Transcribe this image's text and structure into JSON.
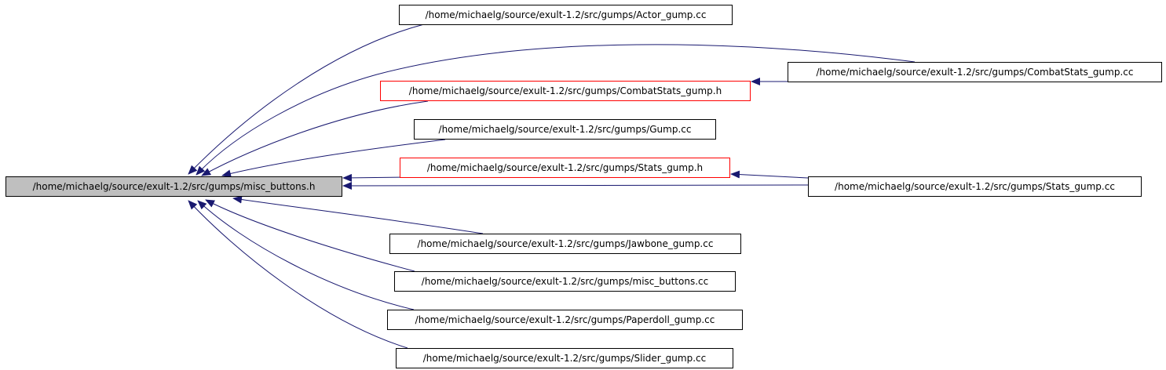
{
  "graph": {
    "edge_color": "#191970",
    "nodes": {
      "main": {
        "label": "/home/michaelg/source/exult-1.2/src/gumps/misc_buttons.h"
      },
      "actor": {
        "label": "/home/michaelg/source/exult-1.2/src/gumps/Actor_gump.cc"
      },
      "combat_cc": {
        "label": "/home/michaelg/source/exult-1.2/src/gumps/CombatStats_gump.cc"
      },
      "combat_h": {
        "label": "/home/michaelg/source/exult-1.2/src/gumps/CombatStats_gump.h"
      },
      "gump": {
        "label": "/home/michaelg/source/exult-1.2/src/gumps/Gump.cc"
      },
      "stats_h": {
        "label": "/home/michaelg/source/exult-1.2/src/gumps/Stats_gump.h"
      },
      "stats_cc": {
        "label": "/home/michaelg/source/exult-1.2/src/gumps/Stats_gump.cc"
      },
      "jawbone": {
        "label": "/home/michaelg/source/exult-1.2/src/gumps/Jawbone_gump.cc"
      },
      "misc_cc": {
        "label": "/home/michaelg/source/exult-1.2/src/gumps/misc_buttons.cc"
      },
      "paperdoll": {
        "label": "/home/michaelg/source/exult-1.2/src/gumps/Paperdoll_gump.cc"
      },
      "slider": {
        "label": "/home/michaelg/source/exult-1.2/src/gumps/Slider_gump.cc"
      }
    },
    "edges": [
      [
        "actor",
        "main"
      ],
      [
        "combat_cc",
        "main"
      ],
      [
        "combat_cc",
        "combat_h"
      ],
      [
        "combat_h",
        "main"
      ],
      [
        "gump",
        "main"
      ],
      [
        "stats_h",
        "main"
      ],
      [
        "stats_cc",
        "main"
      ],
      [
        "stats_cc",
        "stats_h"
      ],
      [
        "jawbone",
        "main"
      ],
      [
        "misc_cc",
        "main"
      ],
      [
        "paperdoll",
        "main"
      ],
      [
        "slider",
        "main"
      ]
    ]
  }
}
